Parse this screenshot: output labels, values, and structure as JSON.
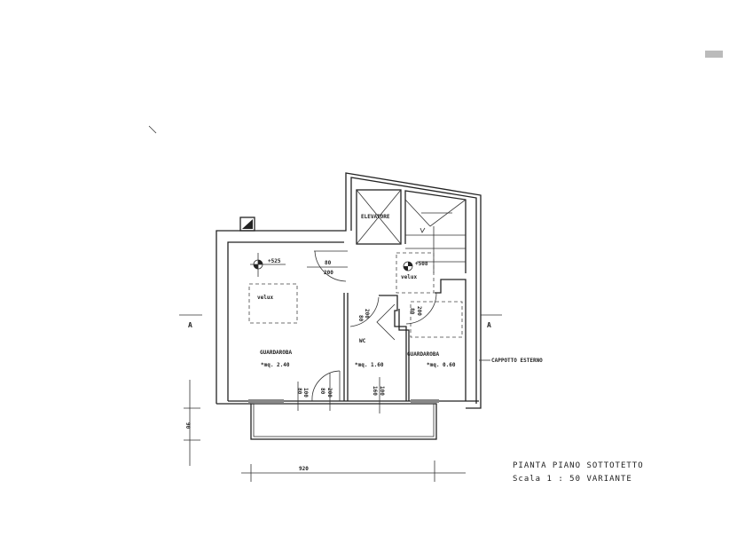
{
  "plan": {
    "elevator_label": "ELEVATORE",
    "level_left": "+525",
    "level_right": "+508",
    "velux_left": "velux",
    "velux_right": "velux",
    "door_top": {
      "width": "80",
      "height": "200"
    },
    "door_wc": {
      "width": "80",
      "height": "200"
    },
    "door_small": {
      "width": "80",
      "height": "200"
    },
    "door_bottom": {
      "width": "80",
      "height": "200"
    },
    "window_left": {
      "width": "80",
      "height": "100"
    },
    "window_wc": {
      "width": "160",
      "height": "100"
    },
    "rooms": [
      {
        "name": "GUARDAROBA",
        "area": "*mq. 2.40"
      },
      {
        "name": "WC",
        "area": "*mq. 1.60"
      },
      {
        "name": "GUARDAROBA",
        "area": "*mq. 0.60"
      }
    ],
    "cappotto_label": "CAPPOTTO ESTERNO",
    "section_left": "A",
    "section_right": "A",
    "dim_vertical": "90",
    "dim_horizontal": "920"
  },
  "title": {
    "line1": "PIANTA PIANO SOTTOTETTO",
    "line2": "Scala  1 : 50 VARIANTE"
  }
}
